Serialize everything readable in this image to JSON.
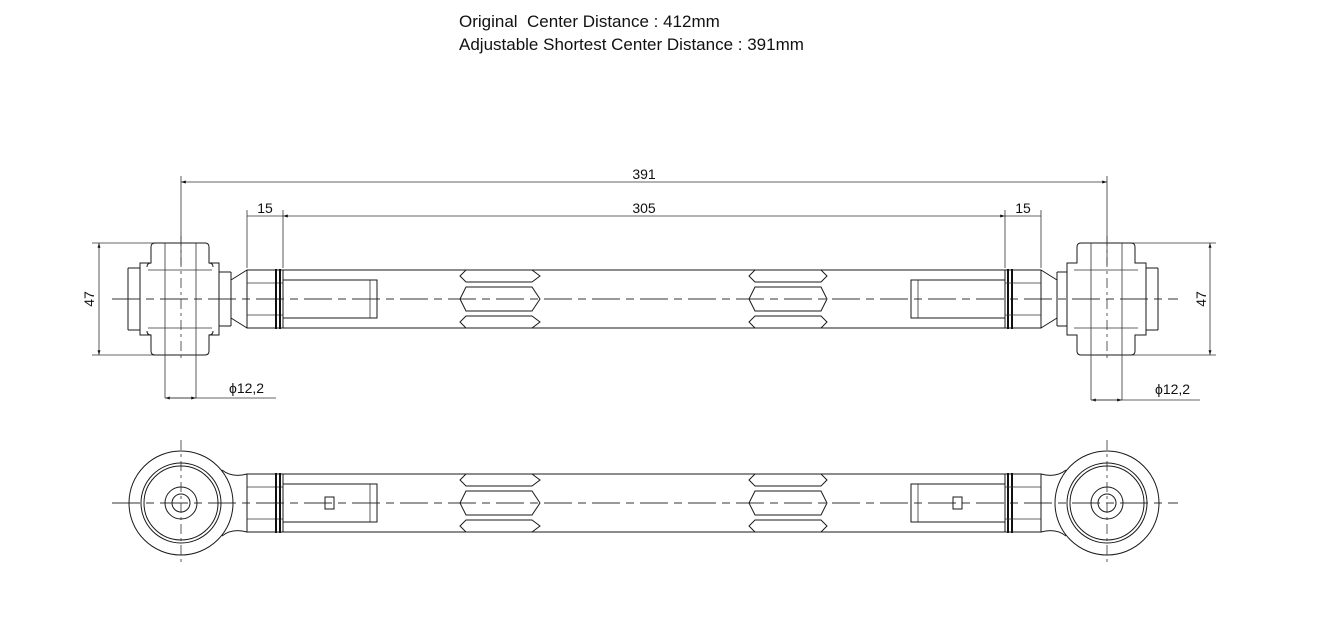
{
  "header": {
    "line1": "Original  Center Distance : 412mm",
    "line2": "Adjustable Shortest Center Distance : 391mm"
  },
  "dimensions": {
    "overall": "391",
    "inner": "305",
    "left_end": "15",
    "right_end": "15",
    "height_left": "47",
    "height_right": "47",
    "bore_left": "ϕ12,2",
    "bore_right": "ϕ12,2"
  }
}
